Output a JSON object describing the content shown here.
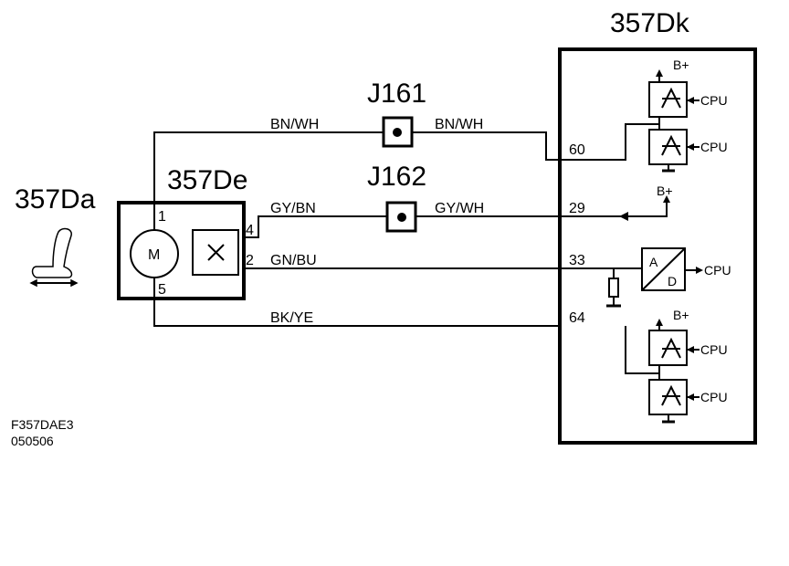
{
  "components": {
    "module": "357Dk",
    "motor_unit": "357De",
    "seat": "357Da",
    "conn1": "J161",
    "conn2": "J162"
  },
  "wires": {
    "w1_left": "BN/WH",
    "w1_right": "BN/WH",
    "w2_left": "GY/BN",
    "w2_right": "GY/WH",
    "w3": "GN/BU",
    "w4": "BK/YE"
  },
  "pins": {
    "motor_p1": "1",
    "motor_p4": "4",
    "motor_p2": "2",
    "motor_p5": "5",
    "mod_60": "60",
    "mod_29": "29",
    "mod_33": "33",
    "mod_64": "64"
  },
  "labels": {
    "motor": "M",
    "cpu": "CPU",
    "bplus": "B+",
    "adc_a": "A",
    "adc_d": "D"
  },
  "footer": {
    "code": "F357DAE3",
    "date": "050506"
  }
}
